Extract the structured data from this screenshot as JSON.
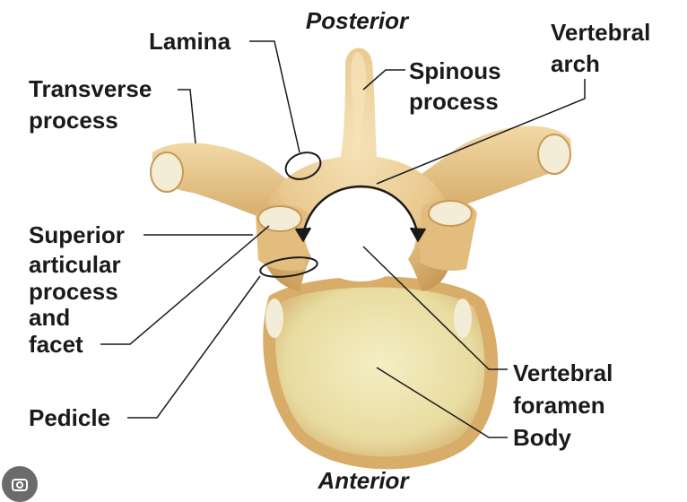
{
  "orientation": {
    "top": "Posterior",
    "bottom": "Anterior"
  },
  "labels": {
    "lamina": "Lamina",
    "spinous_process": [
      "Spinous",
      "process"
    ],
    "vertebral_arch": [
      "Vertebral",
      "arch"
    ],
    "transverse_process": [
      "Transverse",
      "process"
    ],
    "superior_articular": [
      "Superior",
      "articular",
      "process",
      "and",
      "facet"
    ],
    "pedicle": "Pedicle",
    "vertebral_foramen": [
      "Vertebral",
      "foramen"
    ],
    "body": "Body"
  },
  "colors": {
    "bone": "#e9c98f",
    "bone_shadow": "#c99a55",
    "bone_highlight": "#f6e2b8",
    "body_cancellous": "#efe6b0",
    "cartilage": "#f3ecd6",
    "leader_line": "#1a1a1a"
  },
  "icons": {
    "badge": "lens-search-icon"
  }
}
